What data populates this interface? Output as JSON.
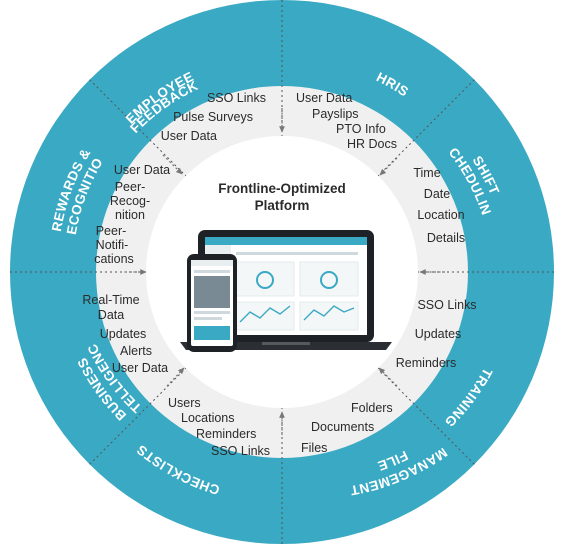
{
  "center": {
    "title_line1": "Frontline-Optimized",
    "title_line2": "Platform"
  },
  "colors": {
    "ring": "#3aa9c3",
    "inner_ring": "#f0f0f0",
    "divider": "#555555",
    "arrow": "#777777"
  },
  "segments": [
    {
      "id": "employee-feedback",
      "title": [
        "EMPLOYEE",
        "FEEDBACK"
      ],
      "items": [
        "SSO Links",
        "Pulse Surveys",
        "User Data"
      ]
    },
    {
      "id": "hris",
      "title": [
        "HRIS"
      ],
      "items": [
        "User Data",
        "Payslips",
        "PTO Info",
        "HR Docs"
      ]
    },
    {
      "id": "shift-scheduling",
      "title": [
        "SHIFT",
        "SCHEDULING"
      ],
      "items": [
        "Time",
        "Date",
        "Location",
        "Details"
      ]
    },
    {
      "id": "training",
      "title": [
        "TRAINING"
      ],
      "items": [
        "SSO Links",
        "Updates",
        "Reminders"
      ]
    },
    {
      "id": "file-management",
      "title": [
        "FILE",
        "MANAGEMENT"
      ],
      "items": [
        "Folders",
        "Documents",
        "Files"
      ]
    },
    {
      "id": "checklists",
      "title": [
        "CHECKLISTS"
      ],
      "items": [
        "Users",
        "Locations",
        "Reminders",
        "SSO Links"
      ]
    },
    {
      "id": "business-intelligence",
      "title": [
        "BUSINESS",
        "INTELLIGENCE"
      ],
      "items": [
        "Real-Time",
        "Data",
        "Updates",
        "Alerts",
        "User Data"
      ]
    },
    {
      "id": "rewards-recognition",
      "title": [
        "REWARDS &",
        "RECOGNITION"
      ],
      "items": [
        "User Data",
        "Peer-",
        "Recog-",
        "nition",
        "Peer-",
        "Notifi-",
        "cations"
      ]
    }
  ]
}
